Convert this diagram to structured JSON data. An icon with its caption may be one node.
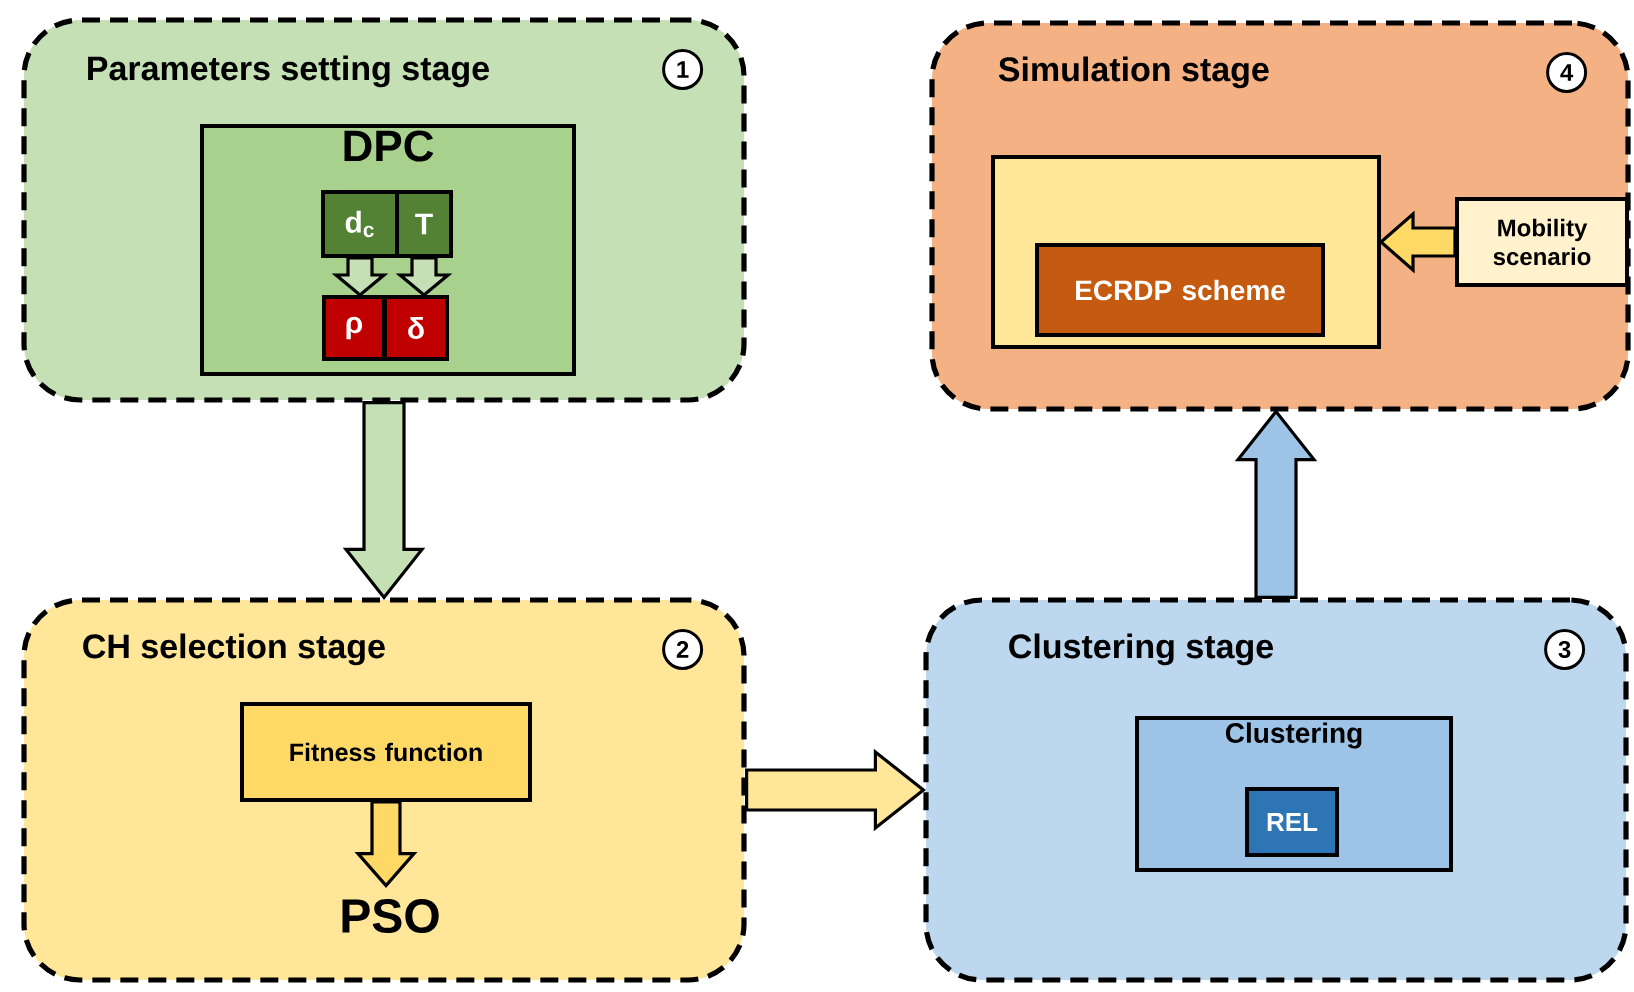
{
  "diagram": {
    "nodes": [
      {
        "text": [
          "Parameters setting stage",
          "1"
        ]
      },
      {
        "text": [
          "DPC"
        ],
        "in": 0
      },
      {
        "text": [
          "d$_{c}$"
        ],
        "in": 1
      },
      {
        "text": [
          "T"
        ],
        "in": 1
      },
      {
        "text": [
          "ρ"
        ],
        "in": 1
      },
      {
        "text": [
          "δ"
        ],
        "in": 1
      },
      {
        "text": [
          "CH selection stage",
          "2"
        ]
      },
      {
        "text": [
          "Fitness function"
        ],
        "in": 6
      },
      {
        "text": [
          "PSO"
        ],
        "in": 6
      },
      {
        "text": [
          "Clustering stage",
          "3"
        ]
      },
      {
        "text": [
          "Clustering"
        ],
        "in": 9
      },
      {
        "text": [
          "REL"
        ],
        "in": 10
      },
      {
        "text": [
          "Simulation stage",
          "4"
        ]
      },
      {
        "text": [],
        "shape": "box",
        "in": 12
      },
      {
        "text": [
          "ECRDP scheme"
        ],
        "in": 13
      },
      {
        "text": [
          "Mobility scenario"
        ],
        "in": 12
      }
    ],
    "edges": [
      {
        "from": 2,
        "to": 4,
        "arrow": "to",
        "color": "#c5e0b4"
      },
      {
        "from": 3,
        "to": 5,
        "arrow": "to",
        "color": "#c5e0b4"
      },
      {
        "from": 0,
        "to": 6,
        "arrow": "to",
        "color": "#c5e0b4"
      },
      {
        "from": 7,
        "to": 8,
        "arrow": "to",
        "color": "#ffd966"
      },
      {
        "from": 6,
        "to": 9,
        "arrow": "to",
        "color": "#ffe699"
      },
      {
        "from": 9,
        "to": 12,
        "arrow": "to",
        "color": "#9dc3e6"
      },
      {
        "from": 15,
        "to": 13,
        "arrow": "to",
        "color": "#ffd966"
      }
    ]
  }
}
